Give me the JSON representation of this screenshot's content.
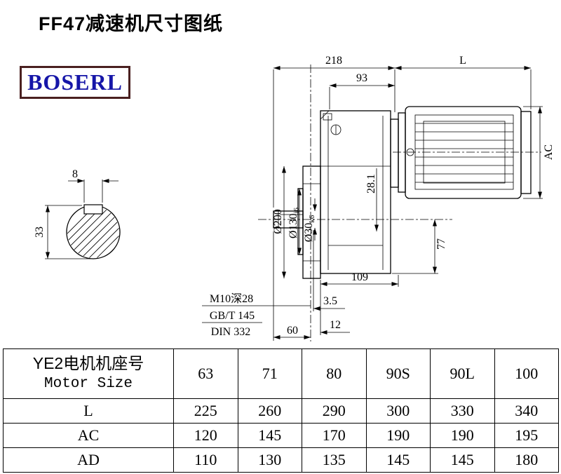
{
  "page": {
    "title": "FF47减速机尺寸图纸",
    "logo": "BOSERL"
  },
  "drawing": {
    "dim_218": "218",
    "dim_L": "L",
    "dim_93": "93",
    "dim_AC": "AC",
    "dim_8": "8",
    "dim_33": "33",
    "dim_d200": "Ø200",
    "dim_d130": "Ø130",
    "dim_d130_tol": "i6",
    "dim_d30": "Ø30",
    "dim_d30_tol": "k6",
    "dim_28_1": "28.1",
    "dim_77": "77",
    "dim_109": "109",
    "note_thread": "M10深28",
    "note_gbt": "GB/T 145",
    "note_din": "DIN 332",
    "dim_3_5": "3.5",
    "dim_60": "60",
    "dim_12": "12"
  },
  "table": {
    "header_cn": "YE2电机机座号",
    "header_en": "Motor Size",
    "sizes": [
      "63",
      "71",
      "80",
      "90S",
      "90L",
      "100"
    ],
    "rows": [
      {
        "label": "L",
        "values": [
          "225",
          "260",
          "290",
          "300",
          "330",
          "340"
        ]
      },
      {
        "label": "AC",
        "values": [
          "120",
          "145",
          "170",
          "190",
          "190",
          "195"
        ]
      },
      {
        "label": "AD",
        "values": [
          "110",
          "130",
          "135",
          "145",
          "145",
          "180"
        ]
      }
    ]
  }
}
